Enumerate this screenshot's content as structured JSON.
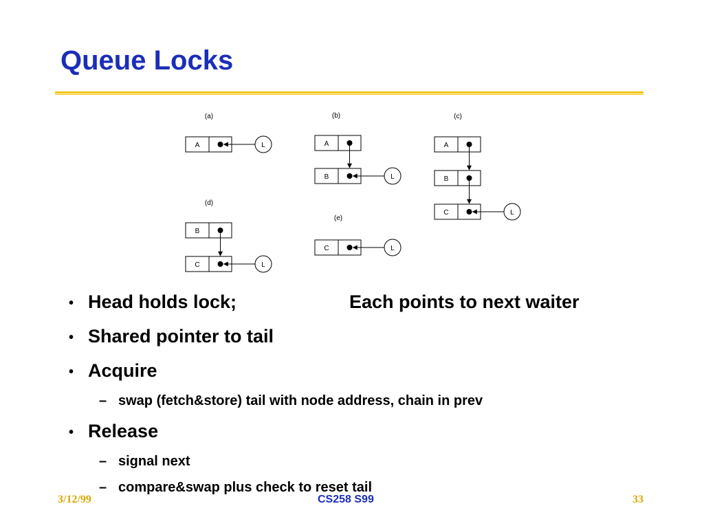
{
  "slide": {
    "title": "Queue Locks",
    "colors": {
      "title": "#1a2eb8",
      "rule": "#f2c200",
      "footer_accent": "#d9a800"
    }
  },
  "diagram": {
    "panels": [
      {
        "label": "(a)",
        "nodes": [
          "A"
        ],
        "tail": "L"
      },
      {
        "label": "(b)",
        "nodes": [
          "A",
          "B"
        ],
        "tail": "L"
      },
      {
        "label": "(c)",
        "nodes": [
          "A",
          "B",
          "C"
        ],
        "tail": "L"
      },
      {
        "label": "(d)",
        "nodes": [
          "B",
          "C"
        ],
        "tail": "L"
      },
      {
        "label": "(e)",
        "nodes": [
          "C"
        ],
        "tail": "L"
      }
    ]
  },
  "bullets": {
    "b1": "Head holds lock;",
    "b1_right": "Each points to next waiter",
    "b2": "Shared pointer to tail",
    "b3": "Acquire",
    "b3_sub1": "swap (fetch&store) tail with node address, chain in prev",
    "b4": "Release",
    "b4_sub1": "signal next",
    "b4_sub2": "compare&swap plus check to reset tail",
    "bullet_glyph": "•",
    "dash_glyph": "–"
  },
  "footer": {
    "date": "3/12/99",
    "course": "CS258 S99",
    "page": "33"
  }
}
